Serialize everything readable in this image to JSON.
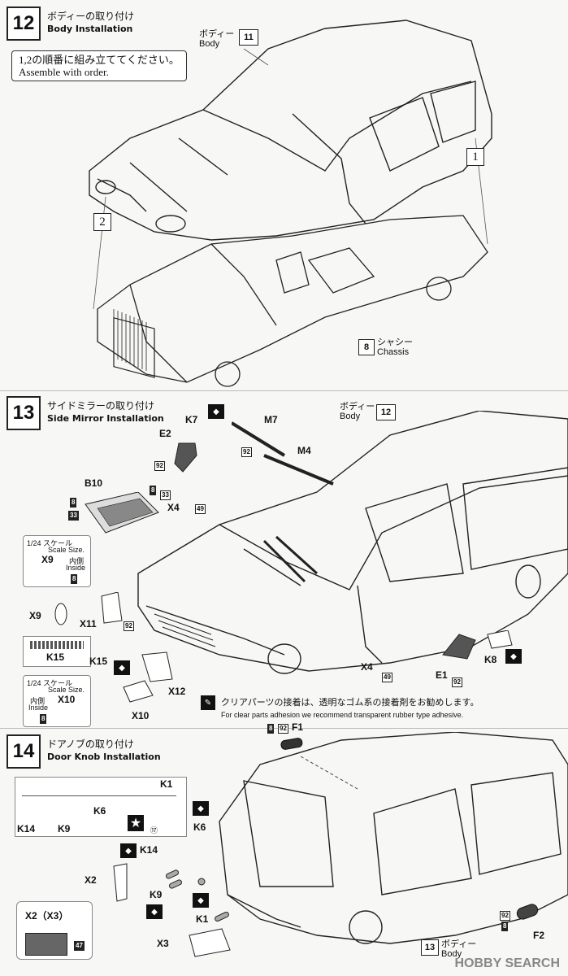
{
  "steps": {
    "s12": {
      "number": "12",
      "jp": "ボディーの取り付け",
      "en": "Body Installation"
    },
    "s13": {
      "number": "13",
      "jp": "サイドミラーの取り付け",
      "en": "Side Mirror Installation"
    },
    "s14": {
      "number": "14",
      "jp": "ドアノブの取り付け",
      "en": "Door Knob Installation"
    }
  },
  "note12": {
    "jp": "1,2の順番に組み立ててください。",
    "en": "Assemble with order."
  },
  "refs": {
    "body_jp": "ボディー",
    "body_en": "Body",
    "body11": "11",
    "body12": "12",
    "chassis_jp": "シャシー",
    "chassis_en": "Chassis",
    "chassis8": "8",
    "body13": "13",
    "order1": "1",
    "order2": "2"
  },
  "s13_parts": {
    "k7": "K7",
    "e2": "E2",
    "m7": "M7",
    "m4": "M4",
    "b10": "B10",
    "x4a": "X4",
    "x9": "X9",
    "x11": "X11",
    "k15a": "K15",
    "k15b": "K15",
    "x12": "X12",
    "x10": "X10",
    "x4b": "X4",
    "e1": "E1",
    "k8": "K8",
    "n92": "92",
    "n8": "8",
    "n33": "33",
    "n49": "49"
  },
  "scale_box1": {
    "jp": "1/24 スケール",
    "en": "Scale Size.",
    "part": "X9",
    "inside_jp": "内側",
    "inside_en": "Inside",
    "n8": "8"
  },
  "scale_box2": {
    "jp": "1/24 スケール",
    "en": "Scale Size.",
    "part": "X10",
    "inside_jp": "内側",
    "inside_en": "Inside",
    "n8": "8"
  },
  "clear_note": {
    "jp": "クリアパーツの接着は、透明なゴム系の接着剤をお勧めします。",
    "en": "For clear parts adhesion we recommend transparent rubber type adhesive."
  },
  "s14_parts": {
    "k1a": "K1",
    "k6a": "K6",
    "k14a": "K14",
    "k9a": "K9",
    "n17": "⑰",
    "k6b": "K6",
    "k14b": "K14",
    "x2": "X2",
    "k9b": "K9",
    "k1b": "K1",
    "x3": "X3",
    "f1": "F1",
    "f2": "F2",
    "x2x3": "X2（X3）",
    "n47": "47",
    "n92": "92",
    "n8": "8"
  },
  "watermark": "HOBBY SEARCH"
}
